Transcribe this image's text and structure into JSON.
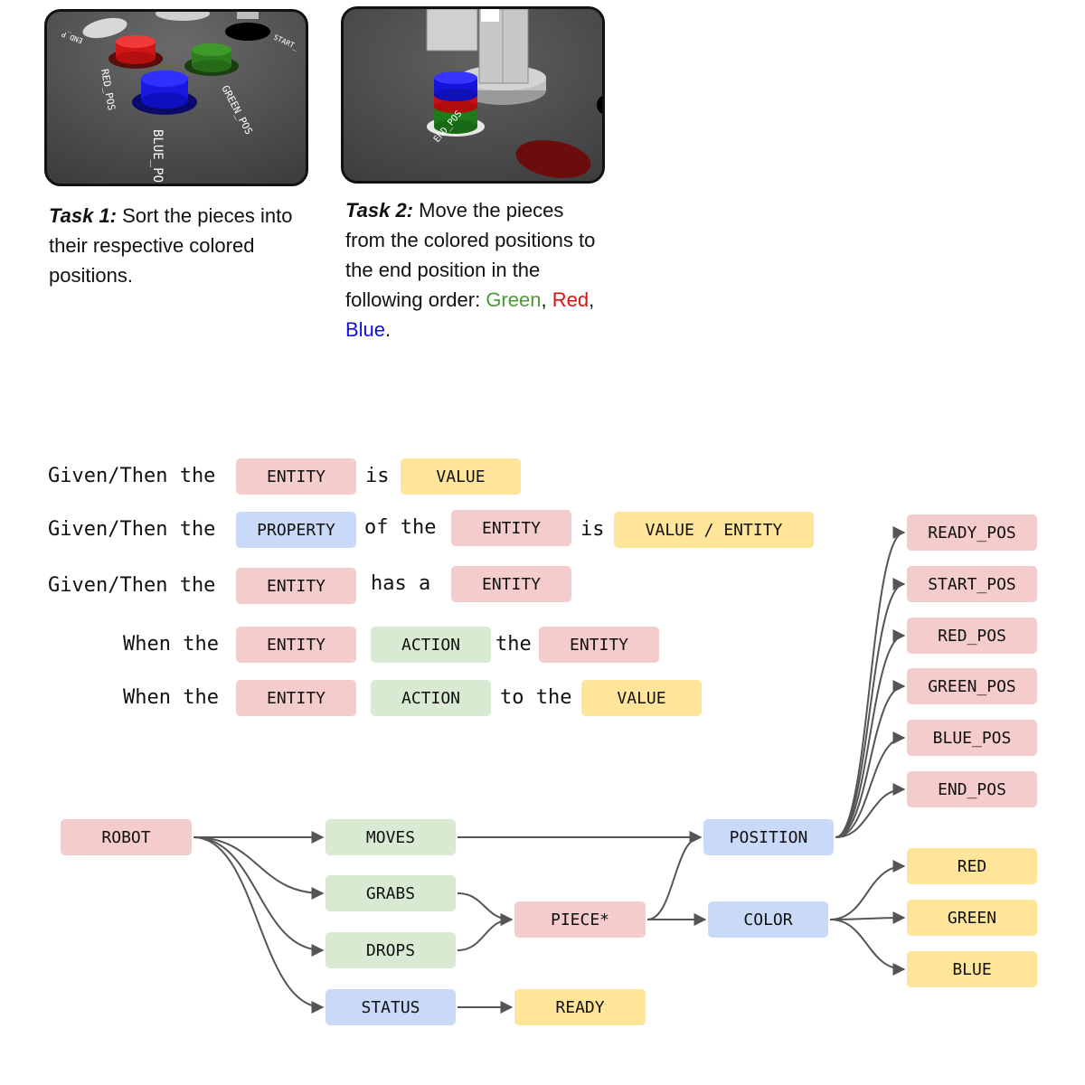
{
  "task1": {
    "image_labels": {
      "red": "RED_POS",
      "green": "GREEN_POS",
      "blue": "BLUE_PO",
      "start": "START_",
      "end": "END_P"
    },
    "lead": "Task 1:",
    "text": " Sort the pieces into their respective colored positions."
  },
  "task2": {
    "image_labels": {
      "end": "END_POS"
    },
    "lead": "Task 2:",
    "text": " Move the pieces from the colored positions to the end position in the following order: ",
    "order": [
      "Green",
      "Red",
      "Blue"
    ],
    "sep1": ", ",
    "sep2": ", ",
    "end": "."
  },
  "templates": {
    "row1": {
      "w1": "Given/Then the",
      "t1": "ENTITY",
      "w2": "is",
      "t2": "VALUE"
    },
    "row2": {
      "w1": "Given/Then the",
      "t1": "PROPERTY",
      "w2": "of the",
      "t2": "ENTITY",
      "w3": "is",
      "t3": "VALUE / ENTITY"
    },
    "row3": {
      "w1": "Given/Then the",
      "t1": "ENTITY",
      "w2": "has a",
      "t2": "ENTITY"
    },
    "row4": {
      "w1": "When the",
      "t1": "ENTITY",
      "t2": "ACTION",
      "w2": "the",
      "t3": "ENTITY"
    },
    "row5": {
      "w1": "When the",
      "t1": "ENTITY",
      "t2": "ACTION",
      "w2": "to the",
      "t3": "VALUE"
    }
  },
  "graph": {
    "colors": {
      "entity": "#f4cccc",
      "action": "#d9ead3",
      "property": "#c9daf8",
      "value": "#ffe599",
      "edge": "#555555"
    },
    "nodes": {
      "robot": "ROBOT",
      "moves": "MOVES",
      "grabs": "GRABS",
      "drops": "DROPS",
      "status": "STATUS",
      "ready": "READY",
      "piece": "PIECE*",
      "position": "POSITION",
      "color": "COLOR",
      "ready_pos": "READY_POS",
      "start_pos": "START_POS",
      "red_pos": "RED_POS",
      "green_pos": "GREEN_POS",
      "blue_pos": "BLUE_POS",
      "end_pos": "END_POS",
      "red": "RED",
      "green": "GREEN",
      "blue": "BLUE"
    },
    "edges": [
      [
        "robot",
        "moves"
      ],
      [
        "robot",
        "grabs"
      ],
      [
        "robot",
        "drops"
      ],
      [
        "robot",
        "status"
      ],
      [
        "moves",
        "position"
      ],
      [
        "grabs",
        "piece"
      ],
      [
        "drops",
        "piece"
      ],
      [
        "status",
        "ready"
      ],
      [
        "piece",
        "position"
      ],
      [
        "piece",
        "color"
      ],
      [
        "position",
        "ready_pos"
      ],
      [
        "position",
        "start_pos"
      ],
      [
        "position",
        "red_pos"
      ],
      [
        "position",
        "green_pos"
      ],
      [
        "position",
        "blue_pos"
      ],
      [
        "position",
        "end_pos"
      ],
      [
        "color",
        "red"
      ],
      [
        "color",
        "green"
      ],
      [
        "color",
        "blue"
      ]
    ]
  }
}
